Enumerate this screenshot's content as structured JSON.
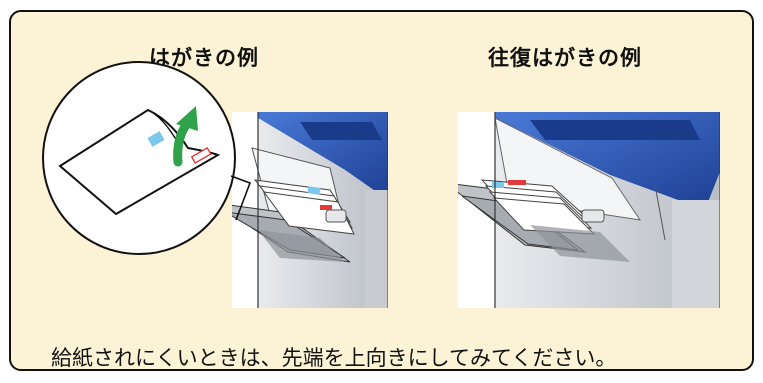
{
  "headings": {
    "left": "はがきの例",
    "right": "往復はがきの例"
  },
  "caption": "給紙されにくいときは、先端を上向きにしてみてください。",
  "colors": {
    "panel_bg": "#fcf3d7",
    "border": "#111111",
    "printer_blue": "#2456b8",
    "arrow_green": "#31a24c",
    "stamp_blue": "#7cc7ec",
    "postal_red": "#e23a3a"
  },
  "icons": [
    "curled-postcard-icon",
    "up-arrow-icon",
    "printer-left-icon",
    "printer-right-icon"
  ]
}
